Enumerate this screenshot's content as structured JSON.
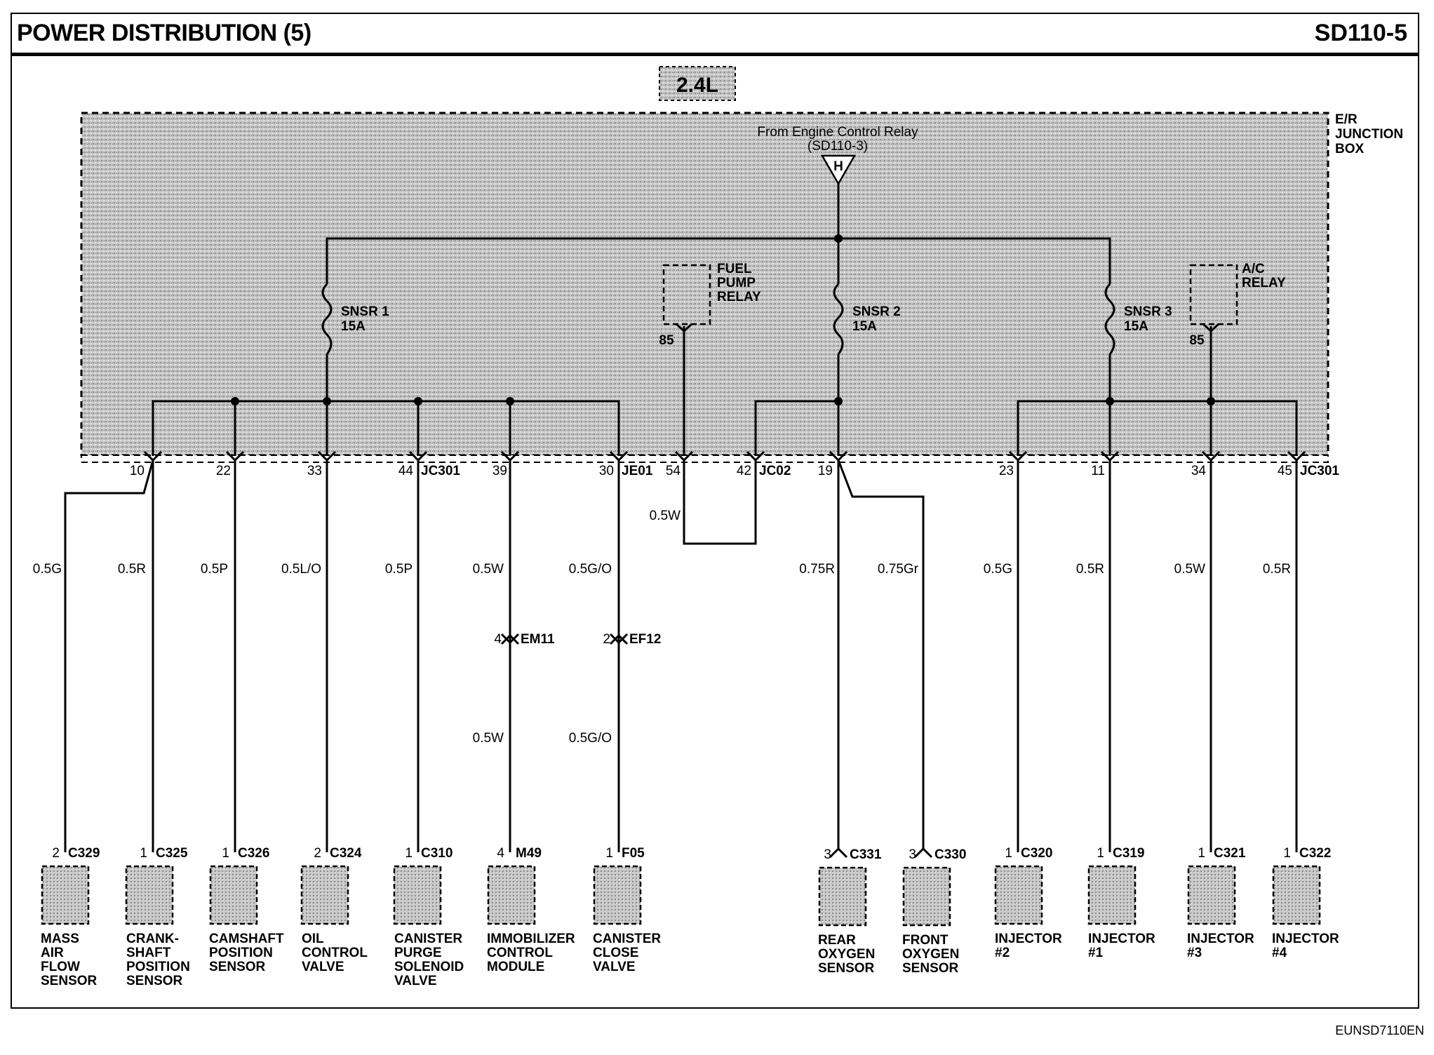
{
  "header": {
    "title": "POWER DISTRIBUTION (5)",
    "code": "SD110-5"
  },
  "footer": {
    "ref": "EUNSD7110EN"
  },
  "engine": "2.4L",
  "junction_box": {
    "line1": "E/R",
    "line2": "JUNCTION",
    "line3": "BOX"
  },
  "source": {
    "line1": "From Engine Control Relay",
    "line2": "(SD110-3)",
    "symbol": "H"
  },
  "fuses": [
    {
      "name": "SNSR 1",
      "rating": "15A"
    },
    {
      "name": "SNSR 2",
      "rating": "15A"
    },
    {
      "name": "SNSR 3",
      "rating": "15A"
    }
  ],
  "relays": [
    {
      "lines": [
        "FUEL",
        "PUMP",
        "RELAY"
      ],
      "pin": "85"
    },
    {
      "lines": [
        "A/C",
        "RELAY"
      ],
      "pin": "85"
    }
  ],
  "jb_pins": [
    {
      "pin": "10"
    },
    {
      "pin": "22"
    },
    {
      "pin": "33"
    },
    {
      "pin": "44",
      "connector": "JC301"
    },
    {
      "pin": "39"
    },
    {
      "pin": "30",
      "connector": "JE01"
    },
    {
      "pin": "54"
    },
    {
      "pin": "42",
      "connector": "JC02"
    },
    {
      "pin": "19"
    },
    {
      "pin": "23"
    },
    {
      "pin": "11"
    },
    {
      "pin": "34"
    },
    {
      "pin": "45",
      "connector": "JC301"
    }
  ],
  "jumper_wire": "0.5W",
  "wires": [
    "0.5G",
    "0.5R",
    "0.5P",
    "0.5L/O",
    "0.5P",
    "0.5W",
    "0.5G/O",
    "0.75R",
    "0.75Gr",
    "0.5G",
    "0.5R",
    "0.5W",
    "0.5R"
  ],
  "inline_connectors": [
    {
      "pin": "4",
      "name": "EM11",
      "wire_below": "0.5W"
    },
    {
      "pin": "2",
      "name": "EF12",
      "wire_below": "0.5G/O"
    }
  ],
  "components": [
    {
      "pin": "2",
      "connector": "C329",
      "lines": [
        "MASS",
        "AIR",
        "FLOW",
        "SENSOR"
      ]
    },
    {
      "pin": "1",
      "connector": "C325",
      "lines": [
        "CRANK-",
        "SHAFT",
        "POSITION",
        "SENSOR"
      ]
    },
    {
      "pin": "1",
      "connector": "C326",
      "lines": [
        "CAMSHAFT",
        "POSITION",
        "SENSOR"
      ]
    },
    {
      "pin": "2",
      "connector": "C324",
      "lines": [
        "OIL",
        "CONTROL",
        "VALVE"
      ]
    },
    {
      "pin": "1",
      "connector": "C310",
      "lines": [
        "CANISTER",
        "PURGE",
        "SOLENOID",
        "VALVE"
      ]
    },
    {
      "pin": "4",
      "connector": "M49",
      "lines": [
        "IMMOBILIZER",
        "CONTROL",
        "MODULE"
      ]
    },
    {
      "pin": "1",
      "connector": "F05",
      "lines": [
        "CANISTER",
        "CLOSE",
        "VALVE"
      ]
    },
    {
      "pin": "3",
      "connector": "C331",
      "lines": [
        "REAR",
        "OXYGEN",
        "SENSOR"
      ]
    },
    {
      "pin": "3",
      "connector": "C330",
      "lines": [
        "FRONT",
        "OXYGEN",
        "SENSOR"
      ]
    },
    {
      "pin": "1",
      "connector": "C320",
      "lines": [
        "INJECTOR",
        "#2"
      ]
    },
    {
      "pin": "1",
      "connector": "C319",
      "lines": [
        "INJECTOR",
        "#1"
      ]
    },
    {
      "pin": "1",
      "connector": "C321",
      "lines": [
        "INJECTOR",
        "#3"
      ]
    },
    {
      "pin": "1",
      "connector": "C322",
      "lines": [
        "INJECTOR",
        "#4"
      ]
    }
  ]
}
